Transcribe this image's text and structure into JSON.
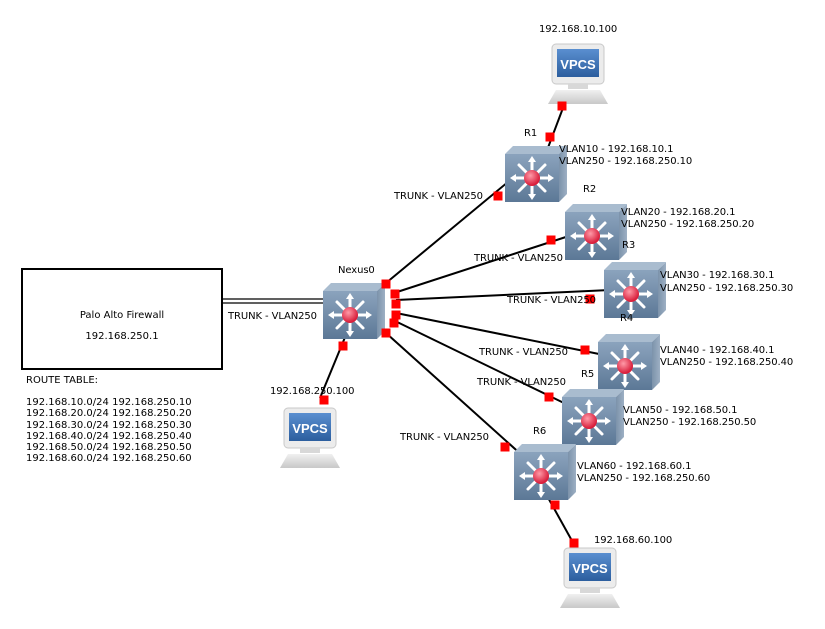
{
  "firewall": {
    "name": "Palo Alto Firewall",
    "ip": "192.168.250.1",
    "link_label": "TRUNK - VLAN250"
  },
  "route_table": {
    "title": "ROUTE TABLE:",
    "entries": [
      {
        "network": "192.168.10.0/24",
        "next_hop": "192.168.250.10"
      },
      {
        "network": "192.168.20.0/24",
        "next_hop": "192.168.250.20"
      },
      {
        "network": "192.168.30.0/24",
        "next_hop": "192.168.250.30"
      },
      {
        "network": "192.168.40.0/24",
        "next_hop": "192.168.250.40"
      },
      {
        "network": "192.168.50.0/24",
        "next_hop": "192.168.250.50"
      },
      {
        "network": "192.168.60.0/24",
        "next_hop": "192.168.250.60"
      }
    ]
  },
  "core_switch": {
    "name": "Nexus0"
  },
  "routers": [
    {
      "name": "R1",
      "vlan_line": "VLAN10 - 192.168.10.1",
      "trunk_line": "VLAN250 - 192.168.250.10",
      "link_label": "TRUNK - VLAN250"
    },
    {
      "name": "R2",
      "vlan_line": "VLAN20 - 192.168.20.1",
      "trunk_line": "VLAN250 - 192.168.250.20",
      "link_label": "TRUNK - VLAN250"
    },
    {
      "name": "R3",
      "vlan_line": "VLAN30 - 192.168.30.1",
      "trunk_line": "VLAN250 - 192.168.250.30",
      "link_label": "TRUNK - VLAN250"
    },
    {
      "name": "R4",
      "vlan_line": "VLAN40 - 192.168.40.1",
      "trunk_line": "VLAN250 - 192.168.250.40",
      "link_label": "TRUNK - VLAN250"
    },
    {
      "name": "R5",
      "vlan_line": "VLAN50 - 192.168.50.1",
      "trunk_line": "VLAN250 - 192.168.250.50",
      "link_label": "TRUNK - VLAN250"
    },
    {
      "name": "R6",
      "vlan_line": "VLAN60 - 192.168.60.1",
      "trunk_line": "VLAN250 - 192.168.250.60",
      "link_label": "TRUNK - VLAN250"
    }
  ],
  "hosts": [
    {
      "label": "192.168.10.100",
      "badge": "VPCS"
    },
    {
      "label": "192.168.250.100",
      "badge": "VPCS"
    },
    {
      "label": "192.168.60.100",
      "badge": "VPCS"
    }
  ],
  "colors": {
    "link": "#000000",
    "port": "#ff0000",
    "switch_face": "#6f8aa6",
    "switch_accent": "#e0304a",
    "vpcs_screen": "#3f74b4"
  }
}
